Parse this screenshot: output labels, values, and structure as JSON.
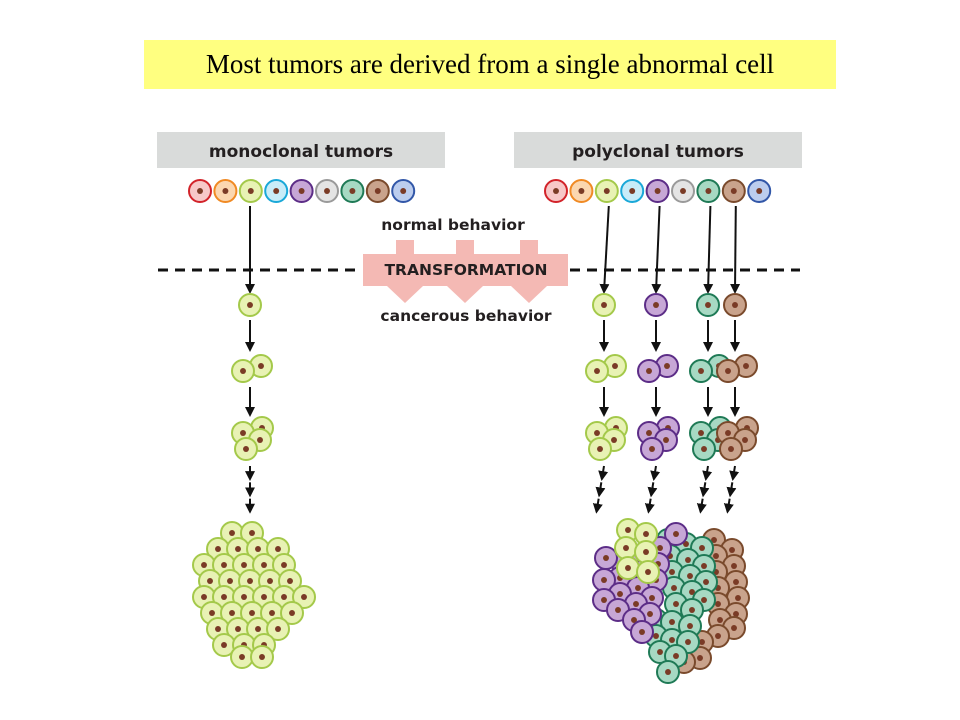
{
  "title": "Most tumors are derived from a single abnormal cell",
  "diagram": {
    "monoclonal_header": "monoclonal tumors",
    "polyclonal_header": "polyclonal tumors",
    "normal_behavior": "normal behavior",
    "transformation": "TRANSFORMATION",
    "cancerous_behavior": "cancerous behavior"
  },
  "colors": {
    "title_background": "#ffff80",
    "header_background": "#d9dbda",
    "transformation_arrow": "#f4b9b4",
    "nucleus": "#7a3b26",
    "cell_types": [
      {
        "name": "red",
        "fill": "#f7c8c8",
        "stroke": "#d2232a"
      },
      {
        "name": "orange",
        "fill": "#fbd7b0",
        "stroke": "#f08a24"
      },
      {
        "name": "yellow-green",
        "fill": "#e8f2b4",
        "stroke": "#a4c94a"
      },
      {
        "name": "cyan",
        "fill": "#c8ecf8",
        "stroke": "#1aa8d8"
      },
      {
        "name": "purple",
        "fill": "#c7a7d6",
        "stroke": "#5c2d87"
      },
      {
        "name": "gray",
        "fill": "#e4e4e4",
        "stroke": "#9a9a9a"
      },
      {
        "name": "green",
        "fill": "#a7d9c3",
        "stroke": "#1f7a56"
      },
      {
        "name": "brown",
        "fill": "#c9a38c",
        "stroke": "#7a4a2c"
      },
      {
        "name": "blue",
        "fill": "#bccdee",
        "stroke": "#3257a8"
      }
    ]
  }
}
